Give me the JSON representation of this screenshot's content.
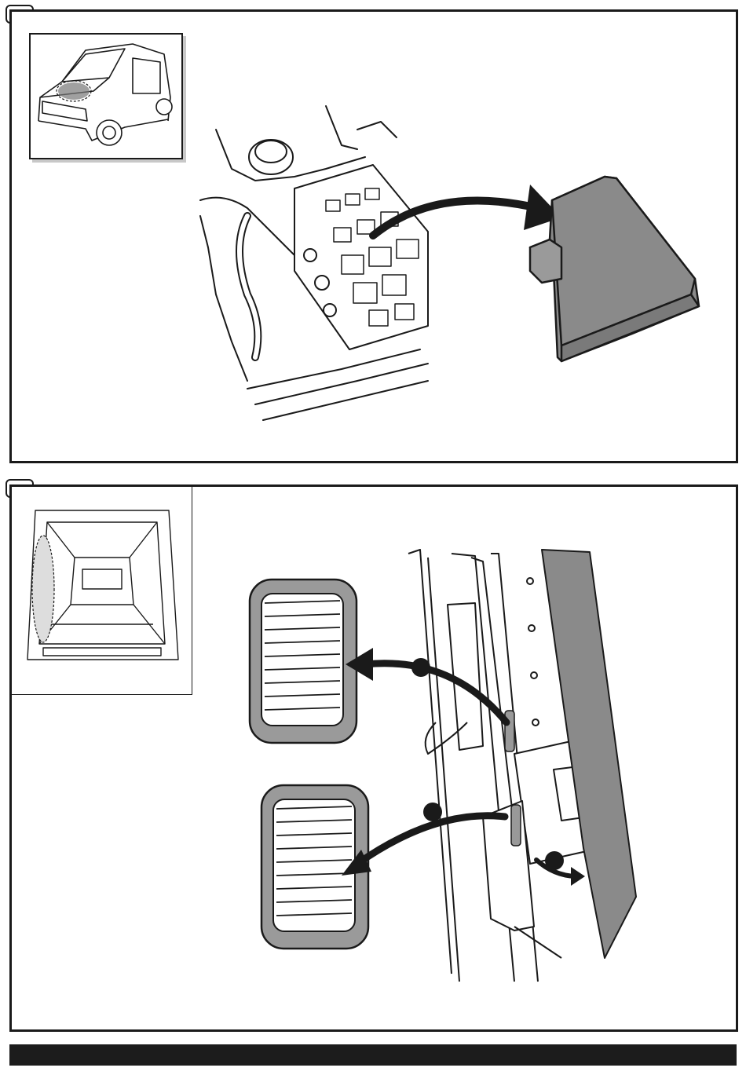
{
  "document": {
    "panels": [
      {
        "step": "",
        "inset_view": "van-front-engine-bay",
        "action": "remove-fuse-box-cover"
      },
      {
        "step": "",
        "inset_view": "van-rear-cargo-area",
        "action": "remove-vent-grilles"
      }
    ],
    "colors": {
      "line": "#1a1a1a",
      "component_gray": "#8a8a8a",
      "grille_gray": "#9a9a9a",
      "footer": "#1c1c1c"
    }
  }
}
